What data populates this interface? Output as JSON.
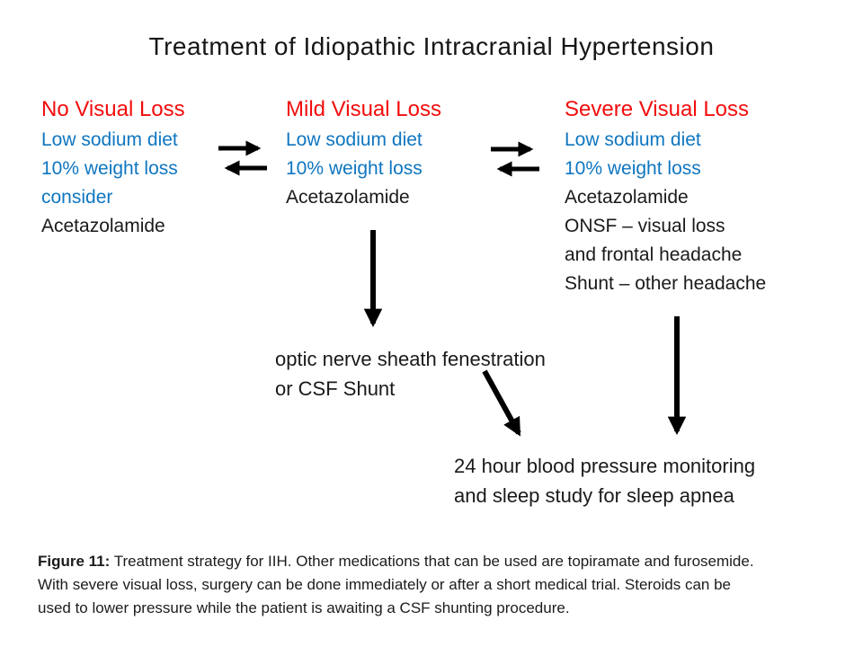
{
  "title": "Treatment of Idiopathic Intracranial Hypertension",
  "colors": {
    "heading_red": "#f20d0d",
    "treatment_blue": "#0f76c0",
    "text_black": "#1a1a1a",
    "arrow_black": "#000000",
    "background": "#ffffff"
  },
  "icons": {
    "equilibrium_arrow": "⇌",
    "down_arrow": "↓",
    "diagonal_arrow": "↘"
  },
  "columns": [
    {
      "heading": "No Visual Loss",
      "lines": [
        {
          "text": "Low sodium diet"
        },
        {
          "text": "10% weight loss"
        },
        {
          "text": "consider"
        },
        {
          "text": "Acetazolamide"
        }
      ]
    },
    {
      "heading": "Mild Visual Loss",
      "lines": [
        {
          "text": "Low sodium diet"
        },
        {
          "text": "10% weight loss"
        },
        {
          "text": "Acetazolamide"
        }
      ]
    },
    {
      "heading": "Severe Visual Loss",
      "lines": [
        {
          "text": "Low sodium diet"
        },
        {
          "text": "10% weight loss"
        },
        {
          "text": "Acetazolamide"
        },
        {
          "text": "ONSF – visual loss"
        },
        {
          "text": "and frontal headache"
        },
        {
          "text": "Shunt – other headache"
        }
      ]
    }
  ],
  "procedures": {
    "onsf_csf": {
      "line1": "optic nerve sheath fenestration",
      "line2": "or CSF Shunt"
    },
    "monitoring": {
      "line1": "24 hour blood pressure monitoring",
      "line2": "and sleep study for sleep apnea"
    }
  },
  "caption": {
    "label": "Figure 11:",
    "text": " Treatment strategy for IIH. Other medications that can be used are topiramate and furosemide. With severe visual loss, surgery can be done immediately or after a short medical trial. Steroids can be used to lower pressure while the patient is awaiting a CSF shunting procedure."
  }
}
